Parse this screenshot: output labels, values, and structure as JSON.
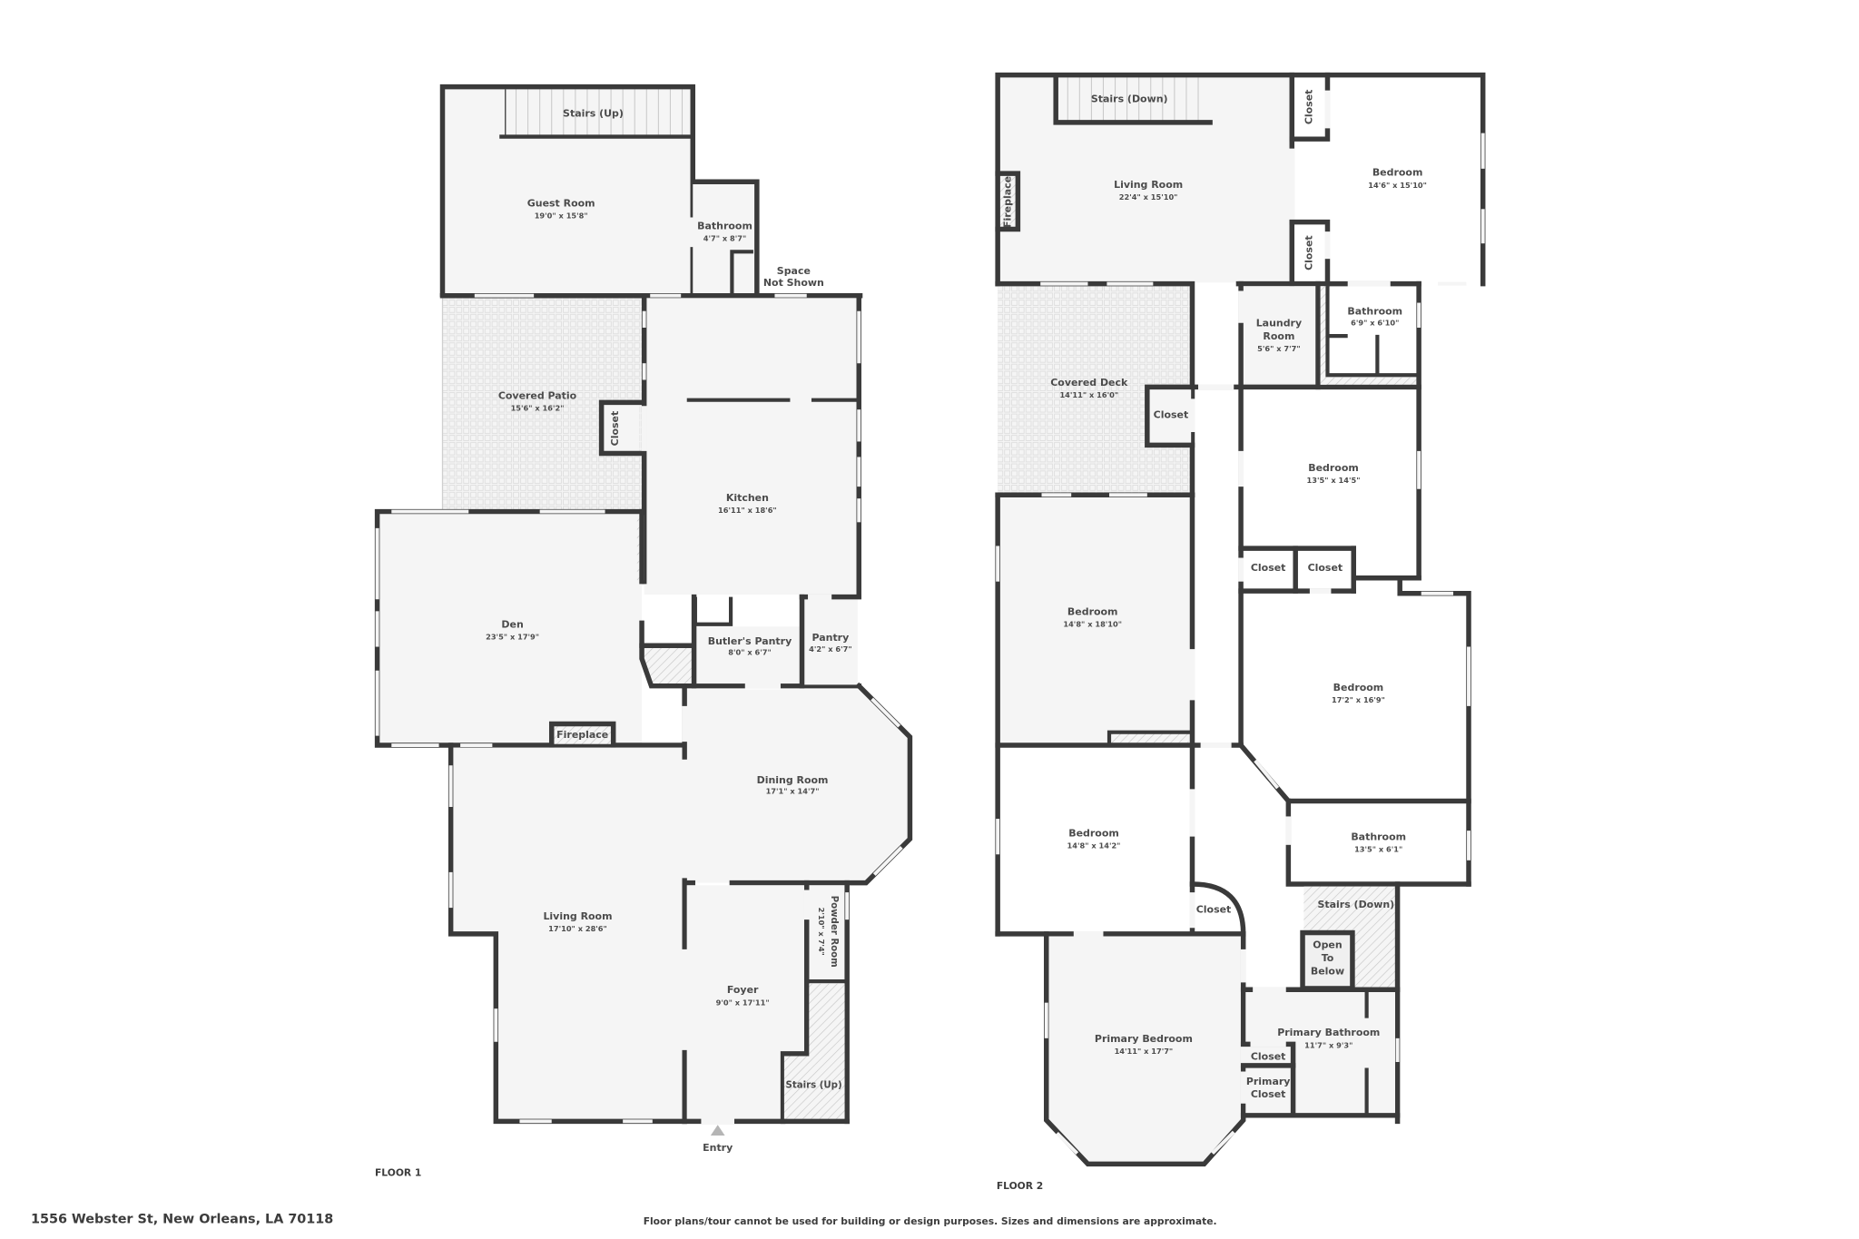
{
  "address": "1556 Webster St, New Orleans, LA 70118",
  "disclaimer": "Floor plans/tour cannot be used for building or design purposes. Sizes and dimensions are approximate.",
  "colors": {
    "wall": "#3a3a3a",
    "room_fill": "#f5f5f5",
    "text": "#4b4b4b",
    "hatch": "#c8c8c8",
    "entry_arrow": "#b5b5b5"
  },
  "floor1": {
    "label": "FLOOR 1",
    "entry_label": "Entry",
    "space_not_shown": [
      "Space",
      "Not Shown"
    ],
    "rooms": {
      "stairs_up_top": {
        "name": "Stairs (Up)"
      },
      "guest_room": {
        "name": "Guest Room",
        "dim": "19'0\" x 15'8\""
      },
      "bathroom": {
        "name": "Bathroom",
        "dim": "4'7\" x 8'7\""
      },
      "covered_patio": {
        "name": "Covered Patio",
        "dim": "15'6\" x 16'2\""
      },
      "closet": {
        "name": "Closet"
      },
      "kitchen": {
        "name": "Kitchen",
        "dim": "16'11\" x 18'6\""
      },
      "den": {
        "name": "Den",
        "dim": "23'5\" x 17'9\""
      },
      "butlers_pantry": {
        "name": "Butler's Pantry",
        "dim": "8'0\" x 6'7\""
      },
      "pantry": {
        "name": "Pantry",
        "dim": "4'2\" x 6'7\""
      },
      "fireplace": {
        "name": "Fireplace"
      },
      "dining_room": {
        "name": "Dining Room",
        "dim": "17'1\" x 14'7\""
      },
      "living_room": {
        "name": "Living Room",
        "dim": "17'10\" x 28'6\""
      },
      "foyer": {
        "name": "Foyer",
        "dim": "9'0\" x 17'11\""
      },
      "powder_room": {
        "name": "Powder Room",
        "dim": "2'10\" x 7'4\""
      },
      "stairs_up_foyer": {
        "name": "Stairs (Up)"
      }
    }
  },
  "floor2": {
    "label": "FLOOR 2",
    "rooms": {
      "stairs_down_top": {
        "name": "Stairs (Down)"
      },
      "living_room": {
        "name": "Living Room",
        "dim": "22'4\" x 15'10\""
      },
      "fireplace": {
        "name": "Fireplace"
      },
      "closet_top": {
        "name": "Closet"
      },
      "closet_mid": {
        "name": "Closet"
      },
      "bedroom_ne": {
        "name": "Bedroom",
        "dim": "14'6\" x 15'10\""
      },
      "covered_deck": {
        "name": "Covered Deck",
        "dim": "14'11\" x 16'0\""
      },
      "closet_deck": {
        "name": "Closet"
      },
      "laundry_room": {
        "name": "Laundry Room",
        "name_lines": [
          "Laundry",
          "Room"
        ],
        "dim": "5'6\" x 7'7\""
      },
      "bathroom_small": {
        "name": "Bathroom",
        "dim": "6'9\" x 6'10\""
      },
      "bedroom_e1": {
        "name": "Bedroom",
        "dim": "13'5\" x 14'5\""
      },
      "closet_e1": {
        "name": "Closet"
      },
      "closet_e2": {
        "name": "Closet"
      },
      "bedroom_w1": {
        "name": "Bedroom",
        "dim": "14'8\" x 18'10\""
      },
      "bedroom_e2": {
        "name": "Bedroom",
        "dim": "17'2\" x 16'9\""
      },
      "bedroom_w2": {
        "name": "Bedroom",
        "dim": "14'8\" x 14'2\""
      },
      "bathroom_large": {
        "name": "Bathroom",
        "dim": "13'5\" x 6'1\""
      },
      "closet_curved": {
        "name": "Closet"
      },
      "stairs_down_lower": {
        "name": "Stairs (Down)"
      },
      "open_to_below": {
        "name": "Open To Below",
        "name_lines": [
          "Open",
          "To",
          "Below"
        ]
      },
      "primary_bedroom": {
        "name": "Primary Bedroom",
        "dim": "14'11\" x 17'7\""
      },
      "primary_bathroom": {
        "name": "Primary Bathroom",
        "dim": "11'7\" x 9'3\""
      },
      "closet_primary_small": {
        "name": "Closet"
      },
      "primary_closet": {
        "name": "Primary Closet",
        "name_lines": [
          "Primary",
          "Closet"
        ]
      }
    }
  }
}
